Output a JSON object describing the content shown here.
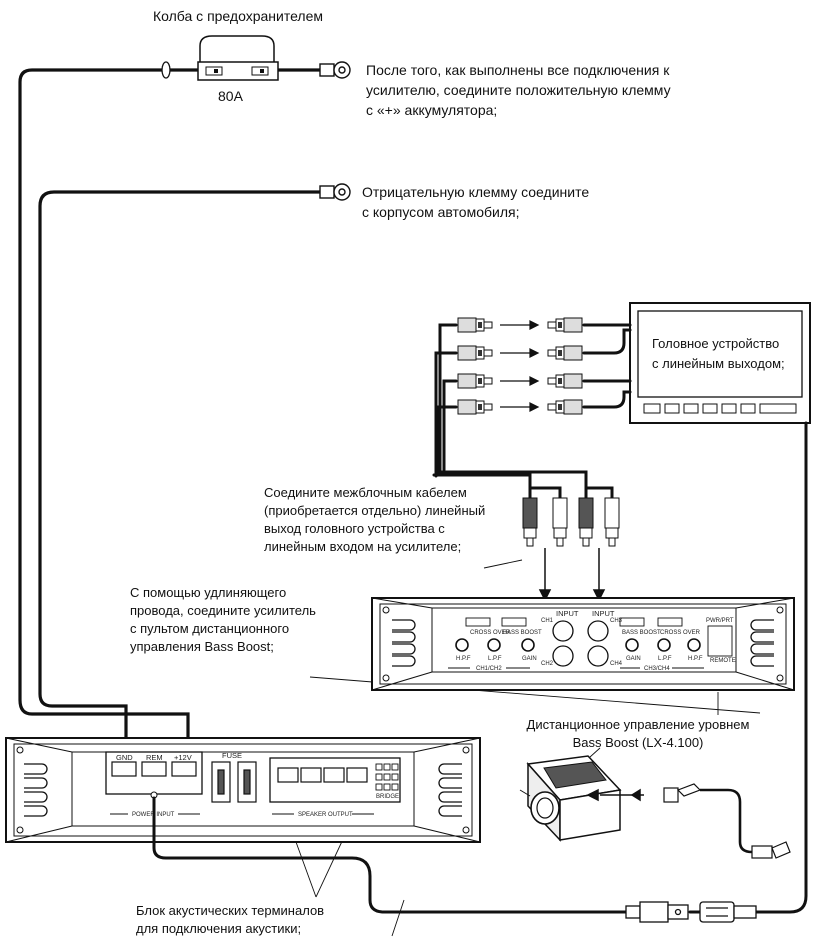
{
  "labels": {
    "fuse_holder_title": "Колба с предохранителем",
    "fuse_rating": "80А",
    "positive_note": [
      "После того, как выполнены все подключения к",
      "усилителю, соедините положительную клемму",
      "с «+» аккумулятора;"
    ],
    "negative_note": [
      "Отрицательную клемму соедините",
      "с корпусом автомобиля;"
    ],
    "head_unit": [
      "Головное устройство",
      "с линейным выходом;"
    ],
    "interconnect_note": [
      "Соедините межблочным кабелем",
      "(приобретается отдельно) линейный",
      "выход головного устройства с",
      "линейным входом на усилителе;"
    ],
    "remote_wire_note": [
      "С помощью удлиняющего",
      "провода, соедините усилитель",
      "с пультом дистанционного",
      "управления Bass Boost;"
    ],
    "remote_control_note": [
      "Дистанционное управление уровнем",
      "Bass Boost (LX-4.100)"
    ],
    "speaker_terminals_note": [
      "Блок акустических терминалов",
      "для подключения акустики;"
    ]
  },
  "amp_top": {
    "input_left": "INPUT",
    "input_right": "INPUT",
    "ch1": "CH1",
    "ch2": "CH2",
    "ch3": "CH3",
    "ch4": "CH4",
    "ch12": "CH1/CH2",
    "ch34": "CH3/CH4",
    "crossover": "CROSS OVER",
    "bass_boost": "BASS BOOST",
    "gain": "GAIN",
    "hpf": "H.P.F",
    "lpf": "L.P.F",
    "remote": "REMOTE",
    "pwr_prt": "PWR/PRT"
  },
  "amp_bottom": {
    "gnd": "GND",
    "rem": "REM",
    "plus12": "+12V",
    "fuse": "FUSE",
    "power_input": "POWER INPUT",
    "speaker_output": "SPEAKER OUTPUT",
    "bridge": "BRIDGE"
  },
  "colors": {
    "line": "#111111",
    "fill_light": "#ffffff",
    "fill_grey": "#cfcfcf",
    "fill_dark": "#555555"
  },
  "icons": [
    "fuse-holder-icon",
    "ring-terminal-icon",
    "rca-connector-icon",
    "head-unit-icon",
    "amplifier-icon",
    "bass-knob-icon",
    "jack-connector-icon"
  ]
}
